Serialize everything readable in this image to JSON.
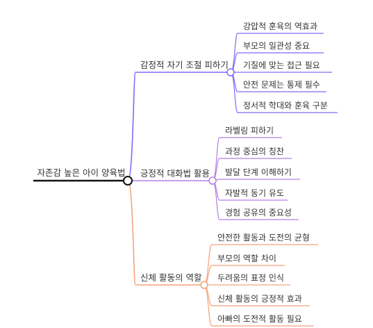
{
  "mindmap": {
    "root": {
      "label": "자존감 높은 아이 양육법"
    },
    "branches": [
      {
        "label": "감정적 자기 조절 피하기",
        "color": "#7b6cf6",
        "children": [
          "강압적 훈육의 역효과",
          "부모의 일관성 중요",
          "기질에 맞는 접근 필요",
          "안전 문제는 통제 필수",
          "정서적 학대와 훈육 구분"
        ]
      },
      {
        "label": "긍정적 대화법 활용",
        "color": "#b57ee8",
        "children": [
          "라벨링 피하기",
          "과정 중심의 칭찬",
          "발달 단계 이해하기",
          "자발적 동기 유도",
          "경험 공유의 중요성"
        ]
      },
      {
        "label": "신체 활동의 역할",
        "color": "#f4a27c",
        "children": [
          "안전한 활동과 도전의 균형",
          "부모의 역할 차이",
          "두려움의 표정 인식",
          "신체 활동의 긍정적 효과",
          "아빠의 도전적 활동 필요"
        ]
      }
    ]
  },
  "colors": {
    "root_line": "#111111",
    "text": "#333333",
    "background": "#ffffff"
  }
}
